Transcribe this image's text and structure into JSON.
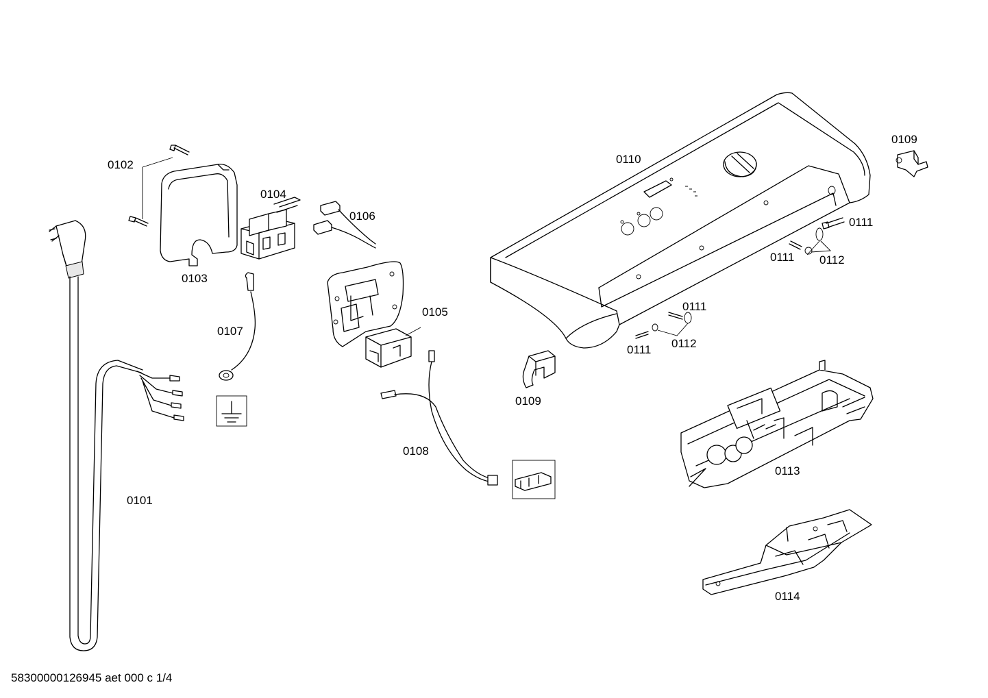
{
  "diagram": {
    "labels": {
      "p0101": "0101",
      "p0102": "0102",
      "p0103": "0103",
      "p0104": "0104",
      "p0105": "0105",
      "p0106": "0106",
      "p0107": "0107",
      "p0108": "0108",
      "p0109_top": "0109",
      "p0109_mid": "0109",
      "p0110": "0110",
      "p0111_a": "0111",
      "p0111_b": "0111",
      "p0111_c": "0111",
      "p0111_d": "0111",
      "p0112_a": "0112",
      "p0112_b": "0112",
      "p0113": "0113",
      "p0114": "0114"
    },
    "footer": "58300000126945 aet 000 c 1/4"
  }
}
